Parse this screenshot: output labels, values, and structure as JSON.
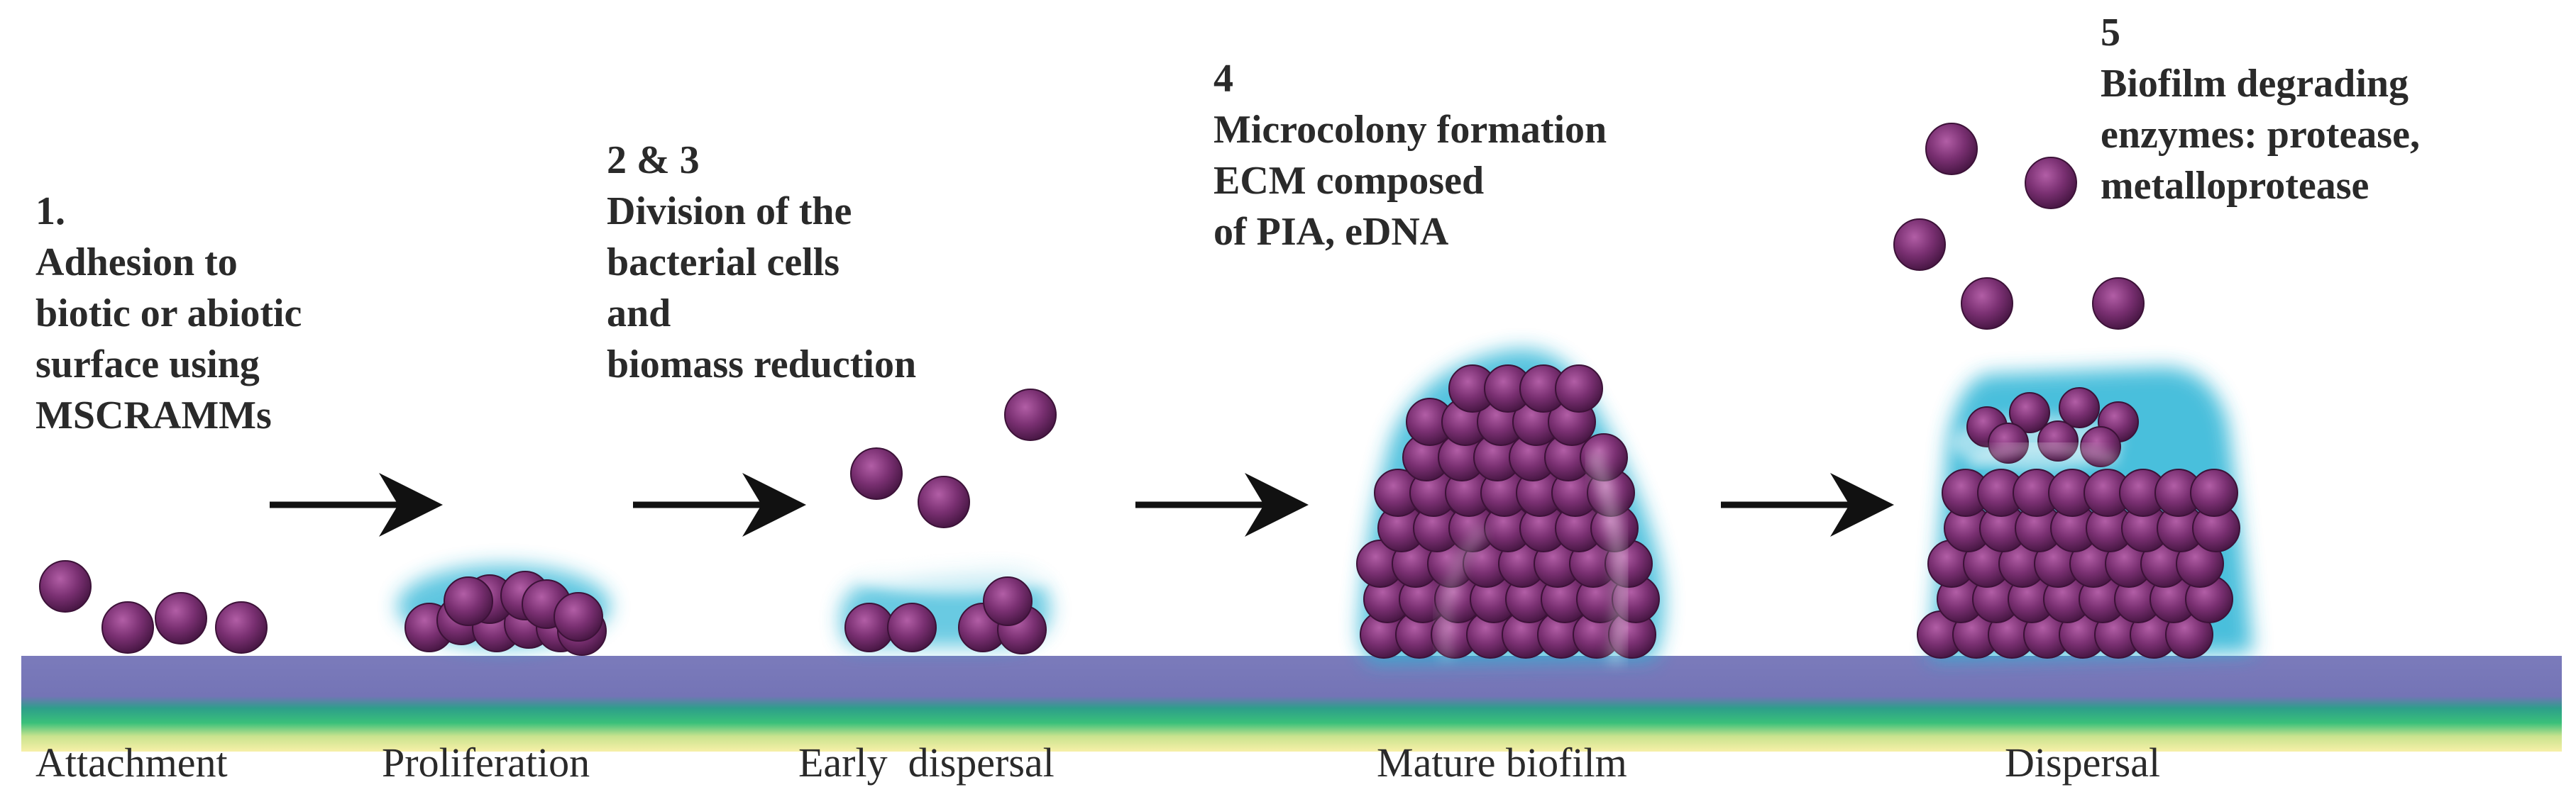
{
  "stages": [
    {
      "id": "attachment",
      "number": "1.",
      "description": [
        "Adhesion to",
        "biotic or abiotic",
        "surface using",
        "MSCRAMMs"
      ],
      "caption": "Attachment"
    },
    {
      "id": "proliferation",
      "number": "",
      "description": [],
      "caption": "Proliferation"
    },
    {
      "id": "early-dispersal",
      "number": "2 & 3",
      "description": [
        "Division of the",
        "bacterial cells",
        "and",
        "biomass reduction"
      ],
      "caption": "Early  dispersal"
    },
    {
      "id": "mature-biofilm",
      "number": "4",
      "description": [
        "Microcolony formation",
        "ECM composed",
        "of PIA, eDNA"
      ],
      "caption": "Mature biofilm"
    },
    {
      "id": "dispersal",
      "number": "5",
      "description": [
        "Biofilm degrading",
        "enzymes: protease,",
        "metalloprotease"
      ],
      "caption": "Dispersal"
    }
  ],
  "colors": {
    "cell": "#6b2a66",
    "cell_highlight": "#a8549c",
    "matrix_glow": "#29b4d6",
    "surface": "#7878b8",
    "surface_green": "#2ab87a",
    "surface_yellow": "#f3ec9a",
    "text": "#2a2a2a",
    "arrow": "#111111"
  },
  "icons": [
    "bacterial-cell-icon",
    "arrow-right-icon",
    "ecm-matrix-glow"
  ]
}
